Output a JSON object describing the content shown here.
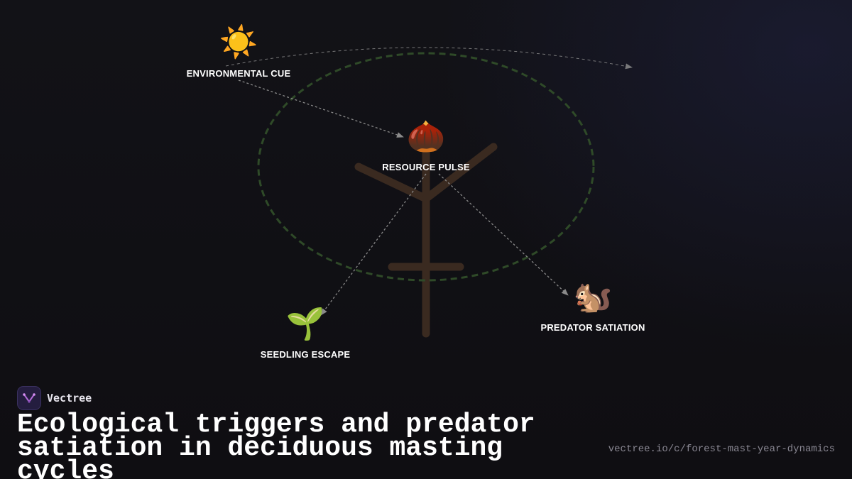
{
  "brand": {
    "name": "Vectree"
  },
  "title": "Ecological triggers and predator satiation in deciduous masting cycles",
  "url": "vectree.io/c/forest-mast-year-dynamics",
  "nodes": {
    "environmental_cue": {
      "icon": "☀️",
      "icon_name": "sun-icon",
      "label": "ENVIRONMENTAL CUE"
    },
    "resource_pulse": {
      "icon": "🌰",
      "icon_name": "chestnut-icon",
      "label": "RESOURCE PULSE"
    },
    "seedling_escape": {
      "icon": "🌱",
      "icon_name": "seedling-icon",
      "label": "SEEDLING ESCAPE"
    },
    "predator_satiation": {
      "icon": "🐿️",
      "icon_name": "squirrel-icon",
      "label": "PREDATOR SATIATION"
    }
  },
  "colors": {
    "background": "#111014",
    "tree": "#3a2a20",
    "canopy_outline": "#2f4a28",
    "connector": "#8a8a8a",
    "label": "#ffffff",
    "url": "#8a8893",
    "logo_bg": "#241d3f",
    "logo_mark": "#b26ad8"
  }
}
